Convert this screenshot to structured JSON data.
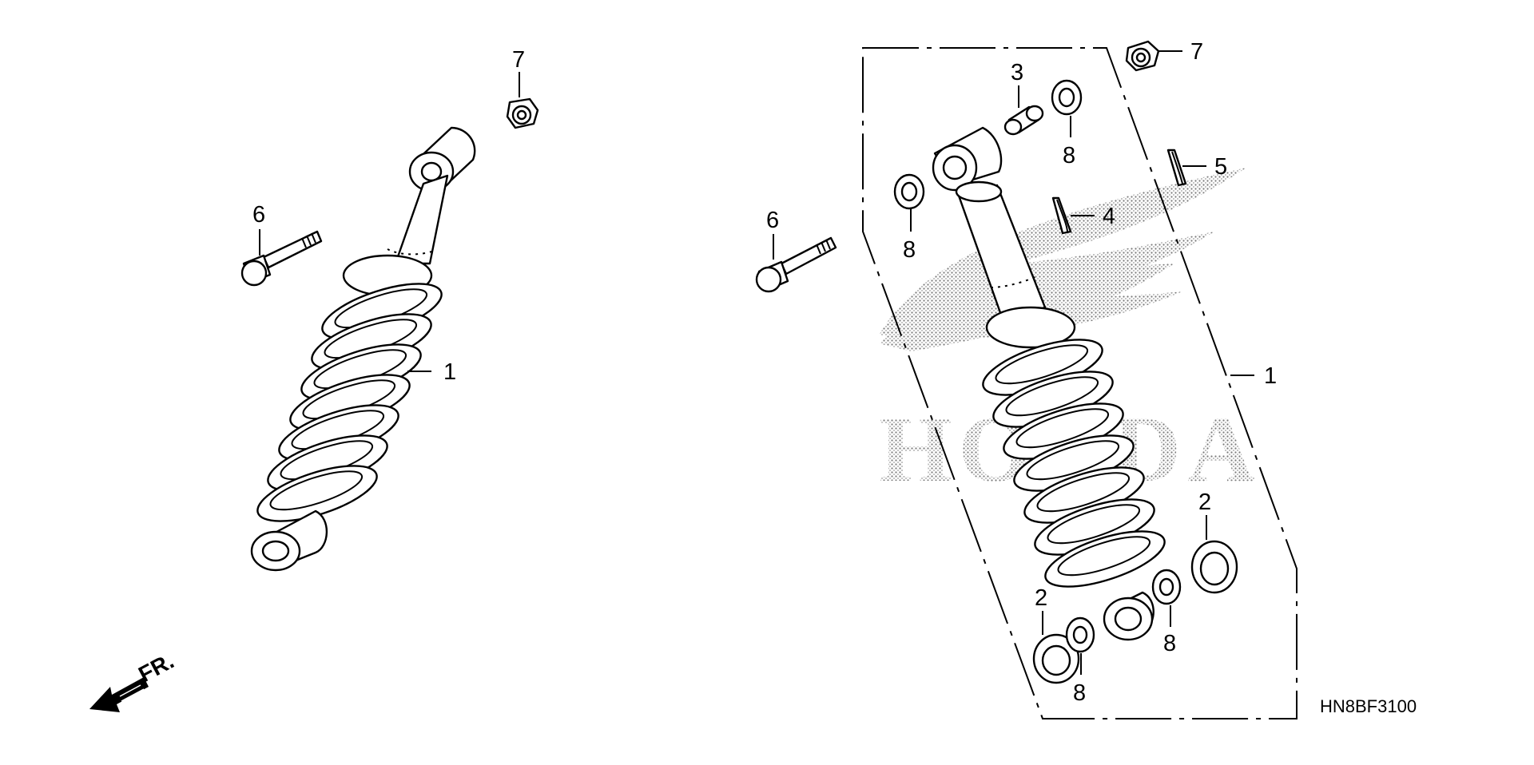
{
  "diagram": {
    "code": "HN8BF3100",
    "direction_label": "FR.",
    "watermark_text": "HONDA",
    "left_assembly_labels": [
      "1",
      "6",
      "7"
    ],
    "right_assembly_labels": [
      "1",
      "2",
      "2",
      "3",
      "4",
      "5",
      "6",
      "7",
      "8",
      "8",
      "8",
      "8"
    ]
  }
}
